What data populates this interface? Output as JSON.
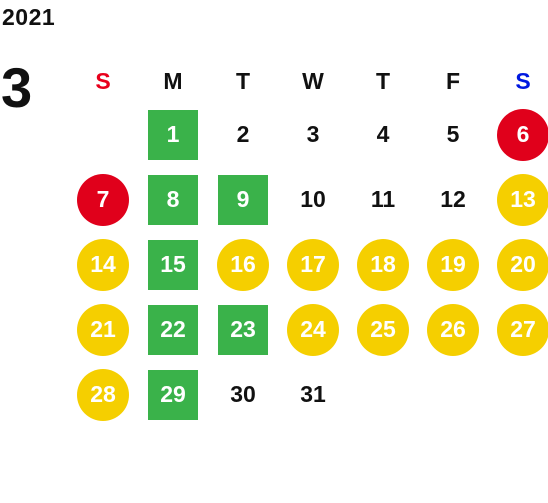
{
  "header": {
    "year": "2021",
    "month": "3"
  },
  "weekdays": [
    {
      "label": "S",
      "color": "#e8001c"
    },
    {
      "label": "M",
      "color": "#111111"
    },
    {
      "label": "T",
      "color": "#111111"
    },
    {
      "label": "W",
      "color": "#111111"
    },
    {
      "label": "T",
      "color": "#111111"
    },
    {
      "label": "F",
      "color": "#111111"
    },
    {
      "label": "S",
      "color": "#0018e0"
    }
  ],
  "styles": {
    "green": "#3ab24a",
    "red": "#e0001b",
    "yellow": "#f5cf00"
  },
  "days": [
    {
      "day": "",
      "style": "none"
    },
    {
      "day": "1",
      "style": "green"
    },
    {
      "day": "2",
      "style": "none"
    },
    {
      "day": "3",
      "style": "none"
    },
    {
      "day": "4",
      "style": "none"
    },
    {
      "day": "5",
      "style": "none"
    },
    {
      "day": "6",
      "style": "red"
    },
    {
      "day": "7",
      "style": "red"
    },
    {
      "day": "8",
      "style": "green"
    },
    {
      "day": "9",
      "style": "green"
    },
    {
      "day": "10",
      "style": "none"
    },
    {
      "day": "11",
      "style": "none"
    },
    {
      "day": "12",
      "style": "none"
    },
    {
      "day": "13",
      "style": "yellow"
    },
    {
      "day": "14",
      "style": "yellow"
    },
    {
      "day": "15",
      "style": "green"
    },
    {
      "day": "16",
      "style": "yellow"
    },
    {
      "day": "17",
      "style": "yellow"
    },
    {
      "day": "18",
      "style": "yellow"
    },
    {
      "day": "19",
      "style": "yellow"
    },
    {
      "day": "20",
      "style": "yellow"
    },
    {
      "day": "21",
      "style": "yellow"
    },
    {
      "day": "22",
      "style": "green"
    },
    {
      "day": "23",
      "style": "green"
    },
    {
      "day": "24",
      "style": "yellow"
    },
    {
      "day": "25",
      "style": "yellow"
    },
    {
      "day": "26",
      "style": "yellow"
    },
    {
      "day": "27",
      "style": "yellow"
    },
    {
      "day": "28",
      "style": "yellow"
    },
    {
      "day": "29",
      "style": "green"
    },
    {
      "day": "30",
      "style": "none"
    },
    {
      "day": "31",
      "style": "none"
    },
    {
      "day": "",
      "style": "none"
    },
    {
      "day": "",
      "style": "none"
    },
    {
      "day": "",
      "style": "none"
    }
  ]
}
